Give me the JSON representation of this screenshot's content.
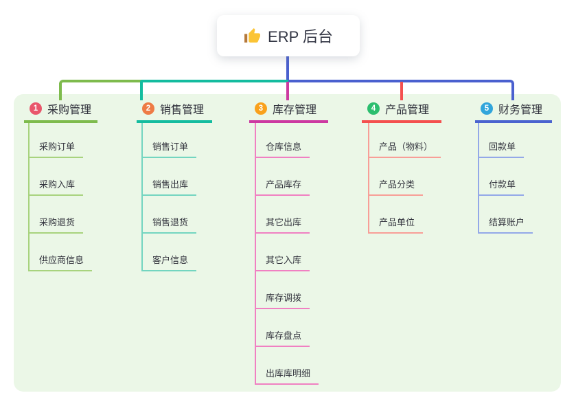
{
  "root": {
    "title": "ERP 后台",
    "icon": "thumbs-up",
    "connector_color": "#4A60CF"
  },
  "canvas": {
    "background_color": "#EBF7E7"
  },
  "branches": [
    {
      "number": "1",
      "label": "采购管理",
      "badge_color": "#E9566B",
      "line_color": "#7EBB4D",
      "child_line_color": "#A8D37E",
      "children": [
        "采购订单",
        "采购入库",
        "采购退货",
        "供应商信息"
      ]
    },
    {
      "number": "2",
      "label": "销售管理",
      "badge_color": "#EE7B45",
      "line_color": "#14BC9F",
      "child_line_color": "#73D5C0",
      "children": [
        "销售订单",
        "销售出库",
        "销售退货",
        "客户信息"
      ]
    },
    {
      "number": "3",
      "label": "库存管理",
      "badge_color": "#F9A11C",
      "line_color": "#CC39A1",
      "child_line_color": "#F080C2",
      "children": [
        "仓库信息",
        "产品库存",
        "其它出库",
        "其它入库",
        "库存调拨",
        "库存盘点",
        "出库库明细"
      ]
    },
    {
      "number": "4",
      "label": "产品管理",
      "badge_color": "#2BBE6E",
      "line_color": "#F4504F",
      "child_line_color": "#F89E97",
      "children": [
        "产品（物料）",
        "产品分类",
        "产品单位"
      ]
    },
    {
      "number": "5",
      "label": "财务管理",
      "badge_color": "#31A5DB",
      "line_color": "#4A63CF",
      "child_line_color": "#93A8E8",
      "children": [
        "回款单",
        "付款单",
        "结算账户"
      ]
    }
  ]
}
